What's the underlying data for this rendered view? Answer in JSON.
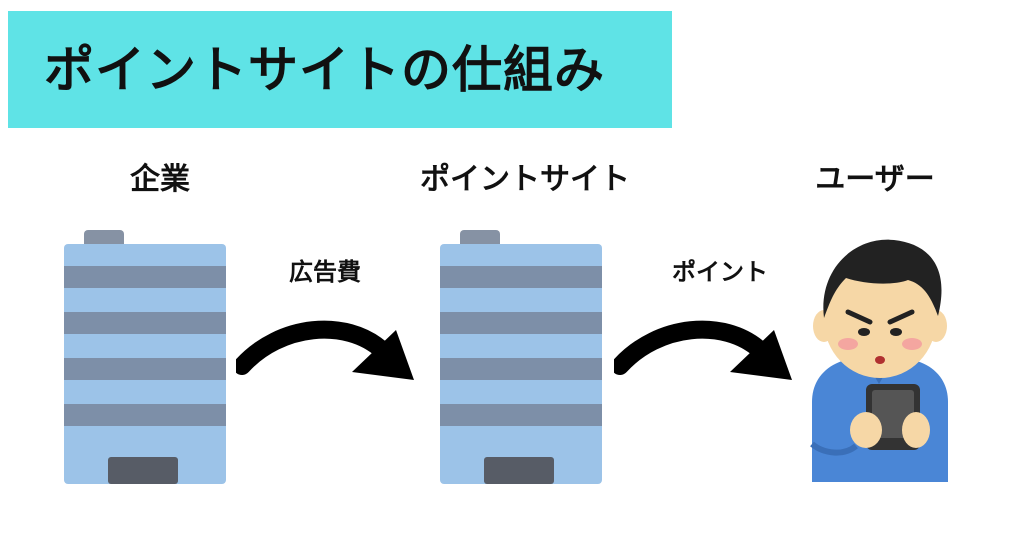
{
  "title": "ポイントサイトの仕組み",
  "nodes": {
    "company": "企業",
    "point_site": "ポイントサイト",
    "user": "ユーザー"
  },
  "edges": {
    "company_to_site": "広告費",
    "site_to_user": "ポイント"
  },
  "colors": {
    "banner": "#5fe3e6",
    "building_light": "#9cc3e8",
    "building_dark": "#7d8fa8",
    "building_top": "#8692a4",
    "door": "#575c66",
    "arrow": "#000000",
    "shirt": "#4a86d6",
    "hair": "#222222",
    "skin": "#f6d7a6"
  }
}
